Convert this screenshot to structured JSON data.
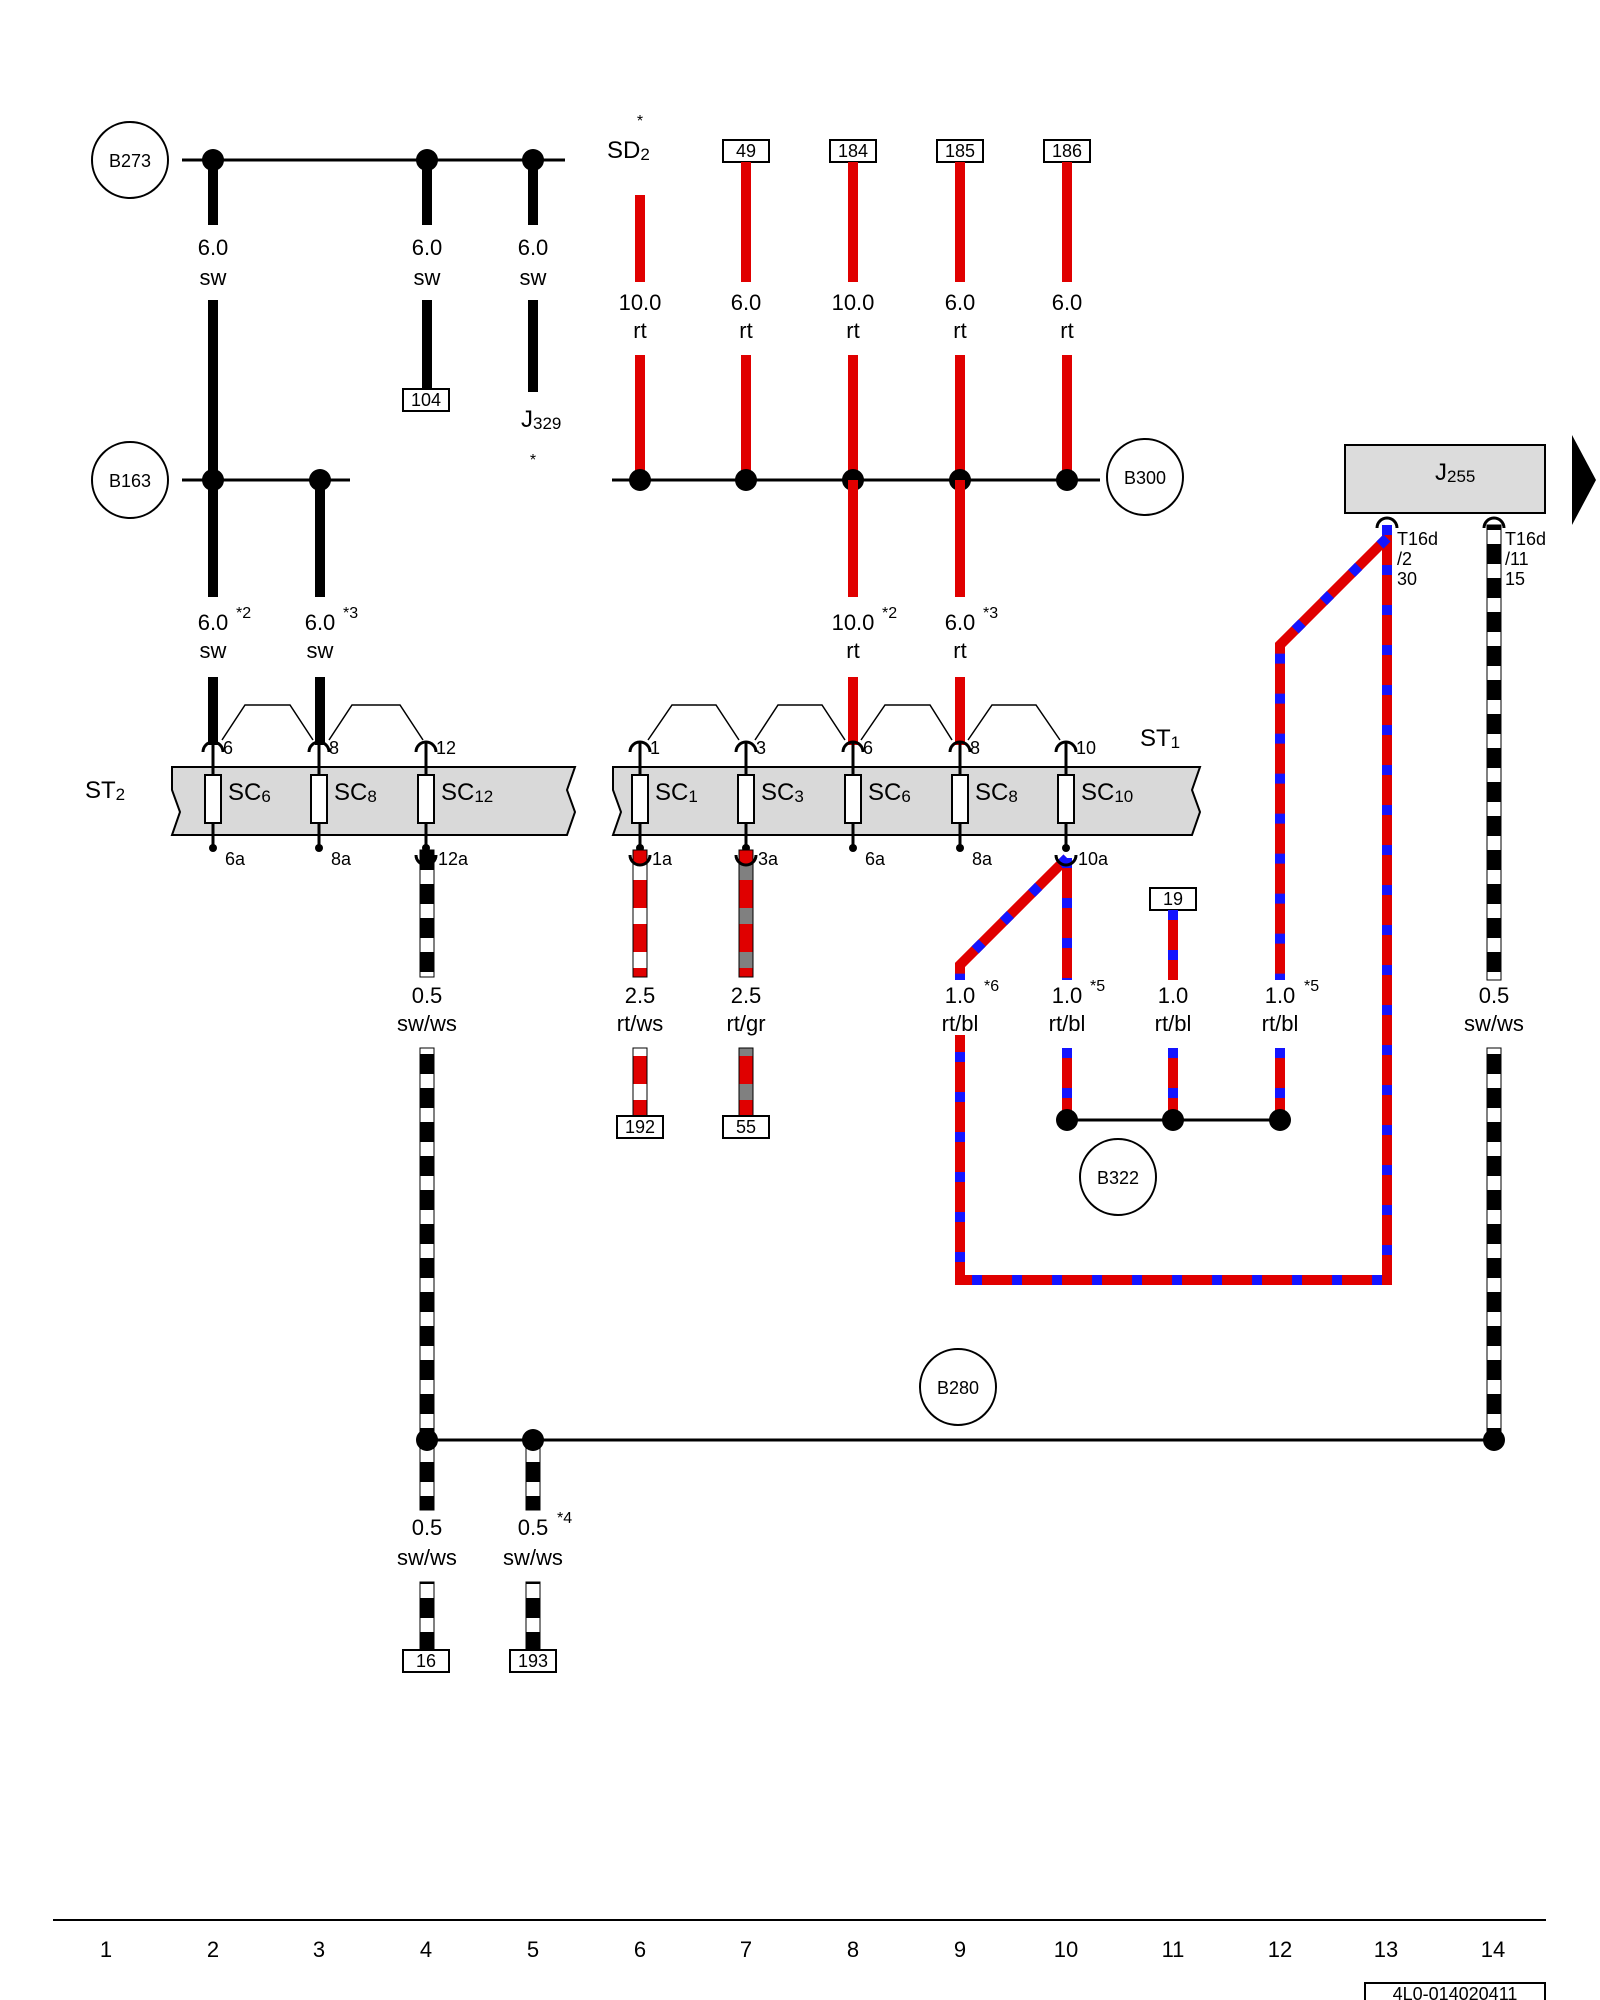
{
  "title": "",
  "stars": [
    "*",
    "*"
  ],
  "sd": {
    "main": "SD",
    "sub": "2"
  },
  "j329": {
    "main": "J",
    "sub": "329"
  },
  "j255": {
    "main": "J",
    "sub": "255"
  },
  "st1": {
    "main": "ST",
    "sub": "1"
  },
  "st2": {
    "main": "ST",
    "sub": "2"
  },
  "circles": {
    "b273": "B273",
    "b163": "B163",
    "b300": "B300",
    "b322": "B322",
    "b280": "B280"
  },
  "boxes": {
    "b104": "104",
    "b49": "49",
    "b184": "184",
    "b185": "185",
    "b186": "186",
    "b192": "192",
    "b55": "55",
    "b19": "19",
    "b16": "16",
    "b193": "193"
  },
  "wires": {
    "w1": {
      "size": "6.0",
      "color": "sw",
      "note": ""
    },
    "w2": {
      "size": "6.0",
      "color": "sw",
      "note": ""
    },
    "w3": {
      "size": "6.0",
      "color": "sw",
      "note": ""
    },
    "w4": {
      "size": "10.0",
      "color": "rt",
      "note": ""
    },
    "w5": {
      "size": "6.0",
      "color": "rt",
      "note": ""
    },
    "w6": {
      "size": "10.0",
      "color": "rt",
      "note": ""
    },
    "w7": {
      "size": "6.0",
      "color": "rt",
      "note": ""
    },
    "w8": {
      "size": "6.0",
      "color": "rt",
      "note": ""
    },
    "w9": {
      "size": "6.0",
      "color": "sw",
      "note": "*2"
    },
    "w10": {
      "size": "6.0",
      "color": "sw",
      "note": "*3"
    },
    "w11": {
      "size": "10.0",
      "color": "rt",
      "note": "*2"
    },
    "w12": {
      "size": "6.0",
      "color": "rt",
      "note": "*3"
    },
    "w13": {
      "size": "0.5",
      "color": "sw/ws",
      "note": ""
    },
    "w14": {
      "size": "2.5",
      "color": "rt/ws",
      "note": ""
    },
    "w15": {
      "size": "2.5",
      "color": "rt/gr",
      "note": ""
    },
    "w16": {
      "size": "1.0",
      "color": "rt/bl",
      "note": "*6"
    },
    "w17": {
      "size": "1.0",
      "color": "rt/bl",
      "note": "*5"
    },
    "w18": {
      "size": "1.0",
      "color": "rt/bl",
      "note": ""
    },
    "w19": {
      "size": "1.0",
      "color": "rt/bl",
      "note": "*5"
    },
    "w20": {
      "size": "0.5",
      "color": "sw/ws",
      "note": ""
    },
    "w21": {
      "size": "0.5",
      "color": "sw/ws",
      "note": ""
    },
    "w22": {
      "size": "0.5",
      "color": "sw/ws",
      "note": "*4"
    }
  },
  "fuses_st2": [
    {
      "label": "SC",
      "sub": "6",
      "top": "6",
      "bottom": "6a"
    },
    {
      "label": "SC",
      "sub": "8",
      "top": "8",
      "bottom": "8a"
    },
    {
      "label": "SC",
      "sub": "12",
      "top": "12",
      "bottom": "12a"
    }
  ],
  "fuses_st1": [
    {
      "label": "SC",
      "sub": "1",
      "top": "1",
      "bottom": "1a"
    },
    {
      "label": "SC",
      "sub": "3",
      "top": "3",
      "bottom": "3a"
    },
    {
      "label": "SC",
      "sub": "6",
      "top": "6",
      "bottom": "6a"
    },
    {
      "label": "SC",
      "sub": "8",
      "top": "8",
      "bottom": "8a"
    },
    {
      "label": "SC",
      "sub": "10",
      "top": "10",
      "bottom": "10a"
    }
  ],
  "t16d_a": {
    "l1": "T16d",
    "l2": "/2",
    "l3": "30"
  },
  "t16d_b": {
    "l1": "T16d",
    "l2": "/11",
    "l3": "15"
  },
  "columns": [
    "1",
    "2",
    "3",
    "4",
    "5",
    "6",
    "7",
    "8",
    "9",
    "10",
    "11",
    "12",
    "13",
    "14"
  ],
  "reference_code": "4L0-014020411",
  "colors": {
    "sw": "#000000",
    "rt": "#e00000",
    "bl": "#1414ff",
    "ws": "#ffffff",
    "gr": "#808080",
    "busbar": "#d9d9d9",
    "module": "#dcdcdc"
  }
}
